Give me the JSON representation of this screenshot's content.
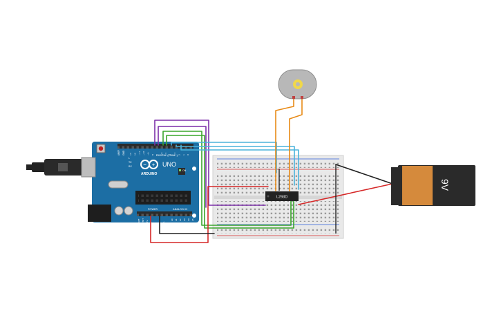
{
  "arduino": {
    "brand": "ARDUINO",
    "model": "UNO",
    "digital_label": "DIGITAL (PWM~)",
    "power_label": "POWER",
    "analog_label": "ANALOG IN",
    "aref": "AREF",
    "gnd": "GND",
    "tx": "TX",
    "rx": "RX",
    "on": "ON",
    "l": "L",
    "ioref": "IOREF",
    "reset": "RESET",
    "v33": "3.3V",
    "v5": "5V",
    "vin": "Vin",
    "a_pins": [
      "A0",
      "A1",
      "A2",
      "A3",
      "A4",
      "A5"
    ],
    "d_pins": [
      "13",
      "12",
      "~11",
      "~10",
      "~9",
      "8",
      "7",
      "~6",
      "~5",
      "4",
      "~3",
      "2",
      "1",
      "0"
    ]
  },
  "driver_ic": {
    "label": "L293D"
  },
  "battery": {
    "label": "9V"
  },
  "motor": {
    "label": ""
  },
  "colors": {
    "board": "#1c6ea4",
    "wire_purple": "#7b2fa8",
    "wire_green": "#3aa52b",
    "wire_cyan": "#4ab3dc",
    "wire_orange": "#e88a16",
    "wire_red": "#d62828",
    "wire_black": "#222222",
    "battery_body": "#d58a3c"
  }
}
